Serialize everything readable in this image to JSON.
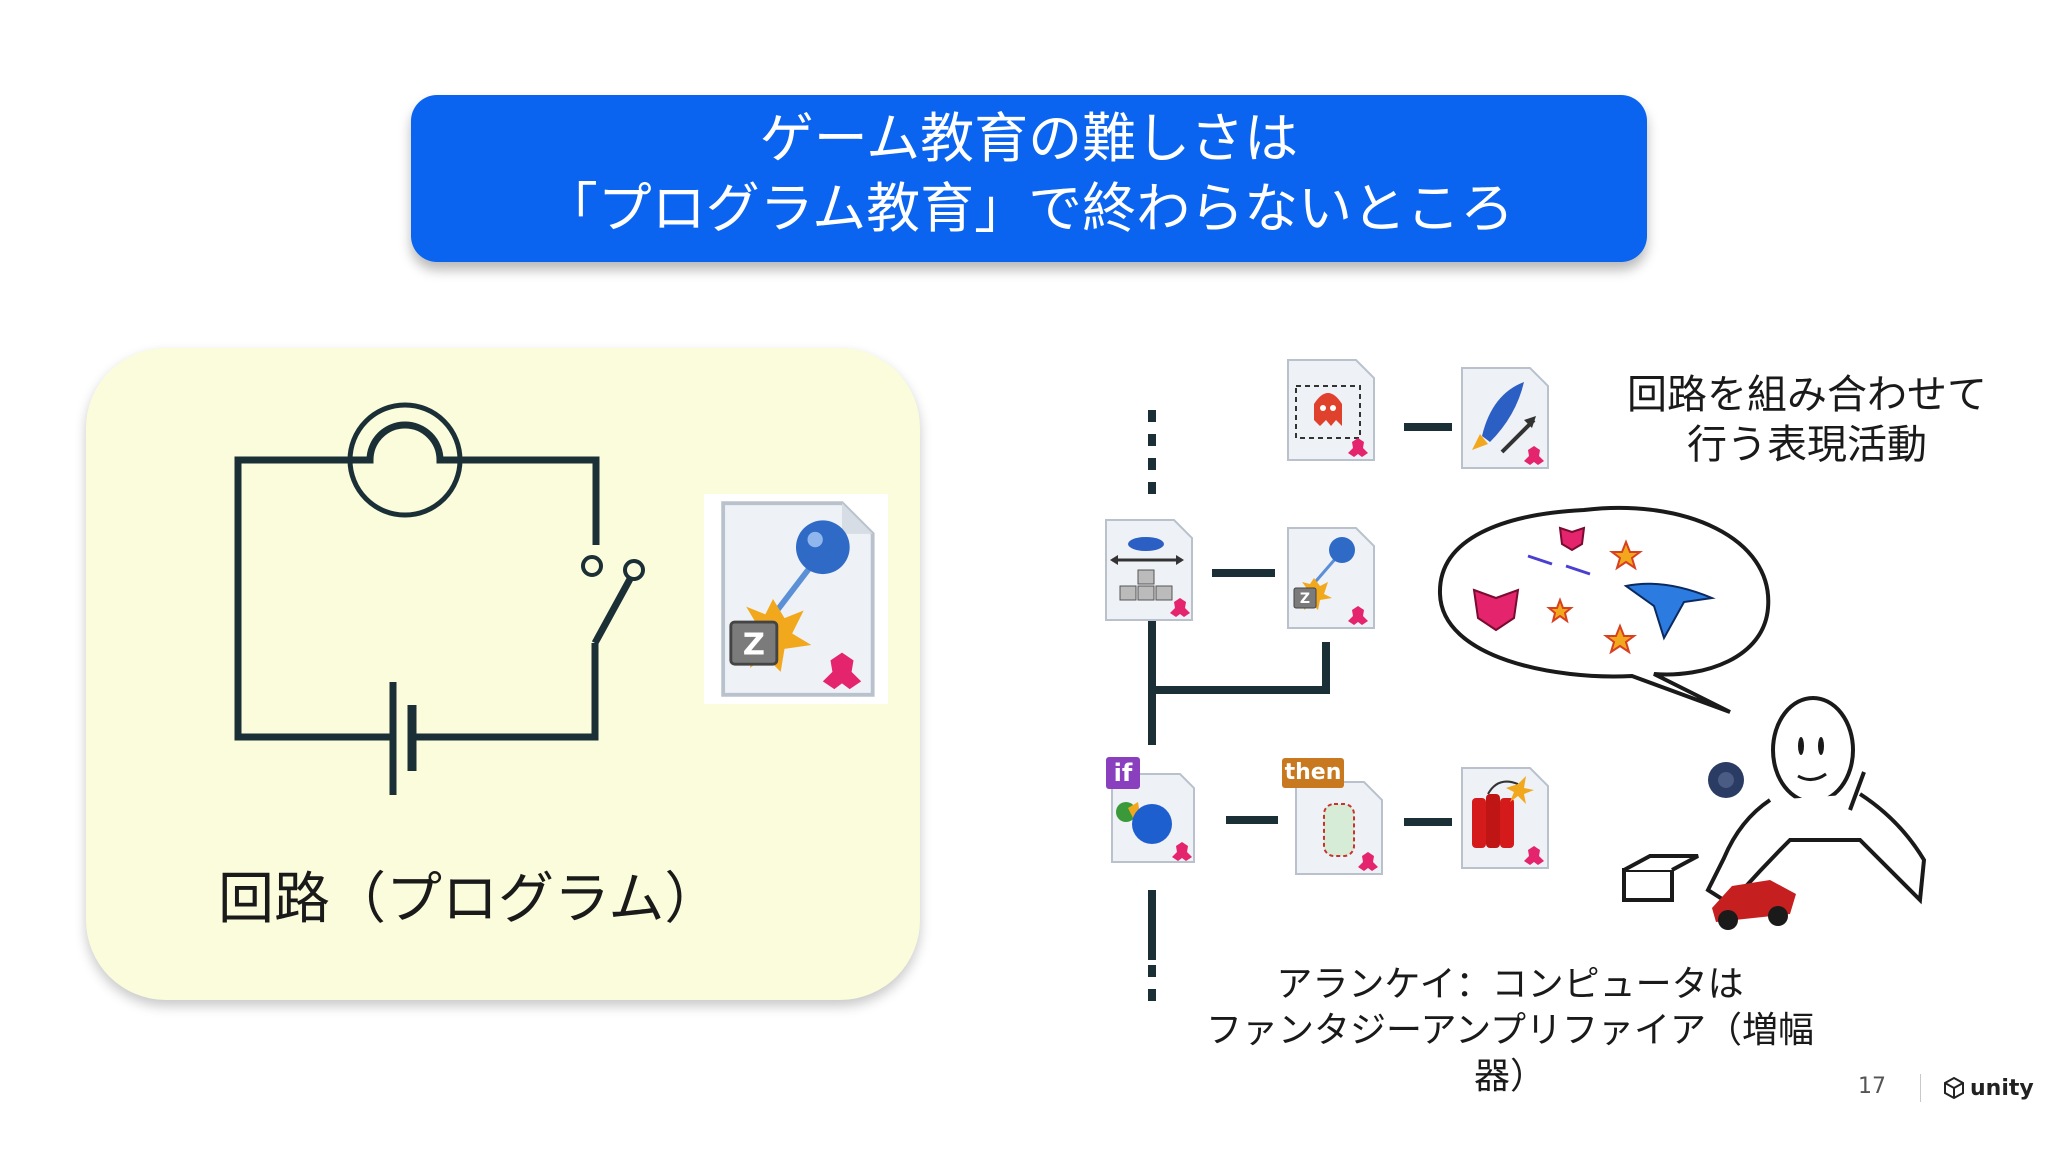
{
  "title": {
    "line1": "ゲーム教育の難しさは",
    "line2": "「プログラム教育」で終わらないところ"
  },
  "circuit_panel": {
    "caption": "回路（プログラム）"
  },
  "expression_text": {
    "line1": "回路を組み合わせて",
    "line2": "行う表現活動"
  },
  "kay_text": {
    "line1": "アランケイ：コンピュータは",
    "line2": "ファンタジーアンプリファイア（増幅器）"
  },
  "tags": {
    "if": "if",
    "then": "then"
  },
  "footer": {
    "page_number": "17",
    "brand": "unity"
  },
  "colors": {
    "banner": "#0a64f0",
    "panel": "#fbfcdc",
    "wire": "#1b3036",
    "puzzle": "#e4246c",
    "if_tag": "#8a3fbf",
    "then_tag": "#c8781e"
  }
}
